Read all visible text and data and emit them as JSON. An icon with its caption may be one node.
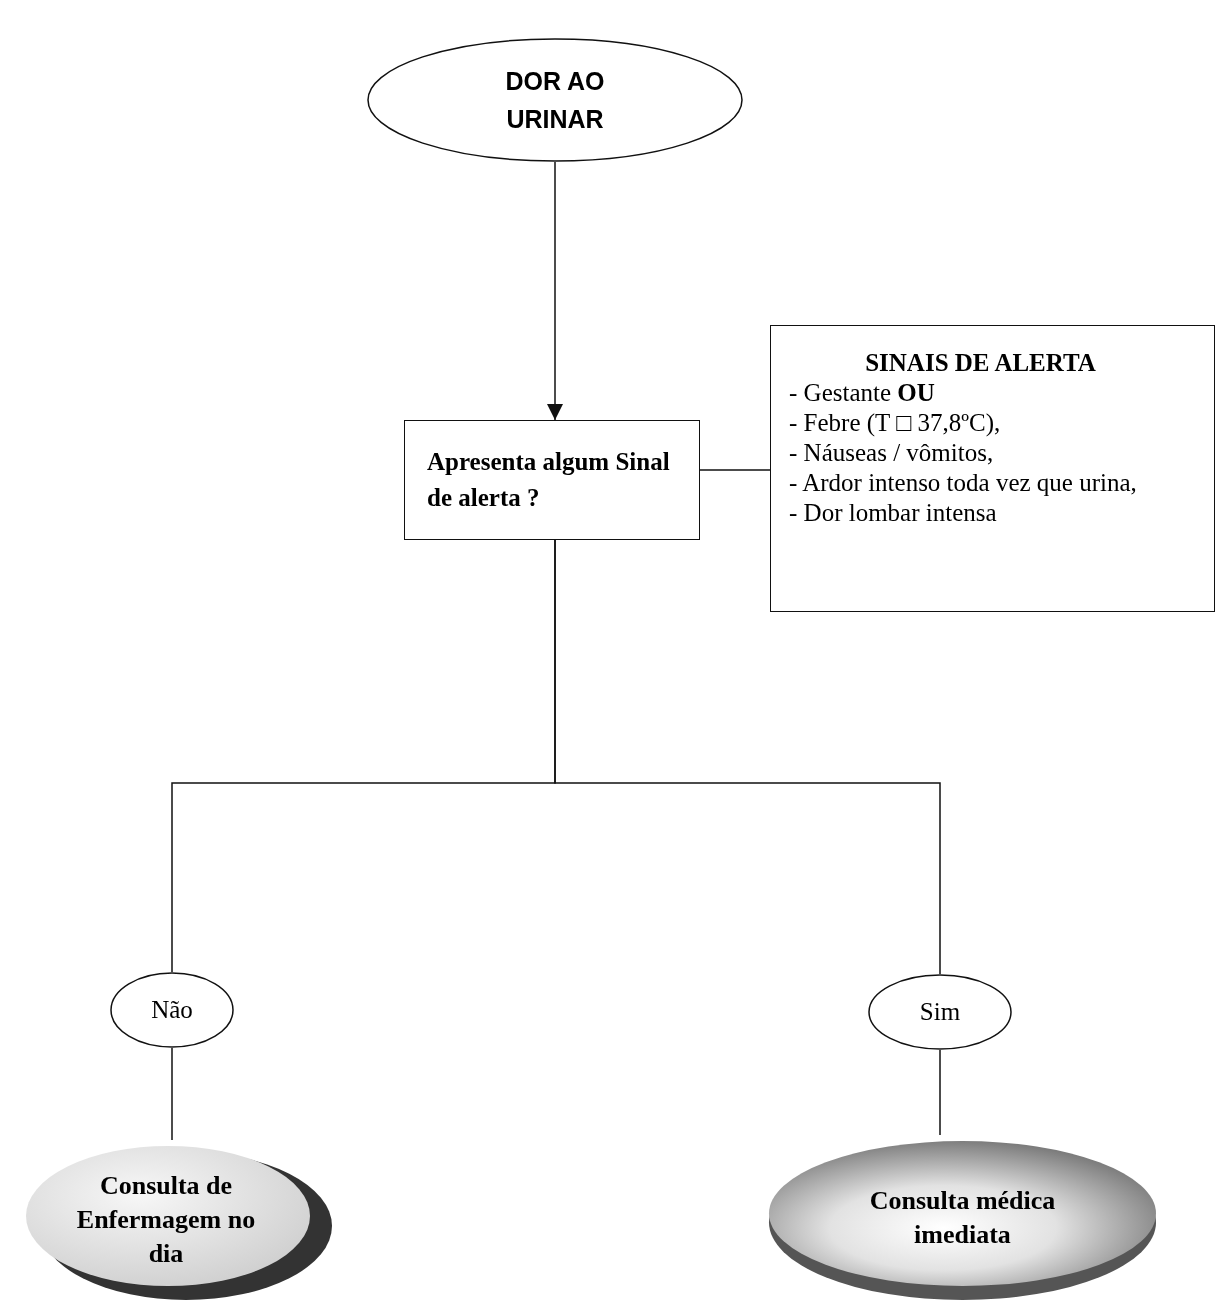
{
  "diagram": {
    "nodes": [
      {
        "text": [
          "DOR AO URINAR"
        ]
      },
      {
        "text": [
          "Apresenta algum Sinal de alerta ?"
        ]
      },
      {
        "text": [
          "SINAIS DE ALERTA",
          "- Gestante **OU**",
          "- Febre (T □ 37,8ºC),",
          "- Náuseas / vômitos,",
          "- Ardor intenso toda vez que urina,",
          "- Dor lombar intensa"
        ]
      },
      {
        "text": [
          "Não"
        ]
      },
      {
        "text": [
          "Sim"
        ]
      },
      {
        "text": [
          "Consulta de Enfermagem no dia"
        ]
      },
      {
        "text": [
          "Consulta médica imediata"
        ]
      }
    ],
    "edges": [
      {
        "from": 0,
        "to": 1,
        "arrow": "to"
      },
      {
        "from": 1,
        "to": 2,
        "arrow": "none"
      },
      {
        "from": 1,
        "to": 3,
        "arrow": "none"
      },
      {
        "from": 1,
        "to": 4,
        "arrow": "none"
      },
      {
        "from": 3,
        "to": 5,
        "arrow": "none"
      },
      {
        "from": 4,
        "to": 6,
        "arrow": "none"
      }
    ]
  }
}
